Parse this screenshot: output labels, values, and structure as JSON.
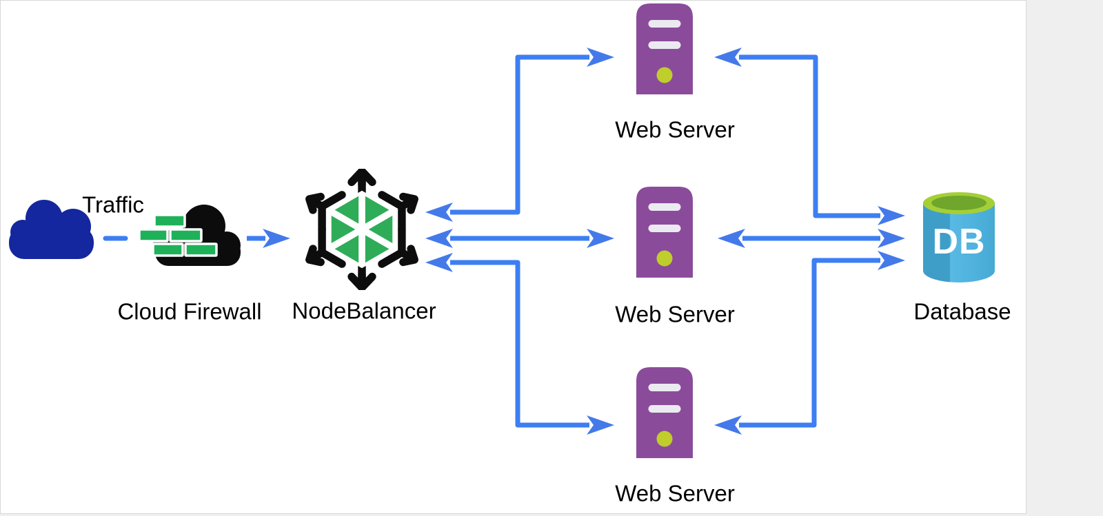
{
  "diagram": {
    "type": "architecture-diagram",
    "nodes": [
      {
        "id": "traffic",
        "label": "Traffic",
        "icon": "cloud"
      },
      {
        "id": "cloud-firewall",
        "label": "Cloud Firewall",
        "icon": "brick-wall-cloud"
      },
      {
        "id": "nodebalancer",
        "label": "NodeBalancer",
        "icon": "hexagon-arrows"
      },
      {
        "id": "web-server-1",
        "label": "Web Server",
        "icon": "server-tower"
      },
      {
        "id": "web-server-2",
        "label": "Web Server",
        "icon": "server-tower"
      },
      {
        "id": "web-server-3",
        "label": "Web Server",
        "icon": "server-tower"
      },
      {
        "id": "database",
        "label": "Database",
        "badge": "DB",
        "icon": "database-cylinder"
      }
    ],
    "edges": [
      {
        "from": "traffic",
        "to": "cloud-firewall",
        "style": "dashed",
        "direction": "none"
      },
      {
        "from": "cloud-firewall",
        "to": "nodebalancer",
        "direction": "one-way"
      },
      {
        "from": "nodebalancer",
        "to": "web-server-1",
        "direction": "two-way"
      },
      {
        "from": "nodebalancer",
        "to": "web-server-2",
        "direction": "two-way"
      },
      {
        "from": "nodebalancer",
        "to": "web-server-3",
        "direction": "two-way"
      },
      {
        "from": "web-server-1",
        "to": "database",
        "direction": "two-way"
      },
      {
        "from": "web-server-2",
        "to": "database",
        "direction": "two-way"
      },
      {
        "from": "web-server-3",
        "to": "database",
        "direction": "two-way"
      }
    ],
    "colors": {
      "arrow_shaft": "#3D7EF2",
      "arrow_head": "#4479EA",
      "traffic_cloud": "#14279E",
      "firewall_cloud": "#0C0C0C",
      "firewall_brick": "#1FB15A",
      "nodebalancer_black": "#0D0D0D",
      "nodebalancer_green": "#2FAC58",
      "server_purple": "#8B4B9B",
      "server_slot": "#ECEAF1",
      "server_led": "#BFCE2B",
      "db_body_dark": "#3F9EC8",
      "db_body_light": "#58BAE4",
      "db_rim": "#A4CF36",
      "db_rim_inner": "#6FA62B",
      "canvas": "#FFFFFF",
      "page_margin": "#EFEFF0",
      "label_text": "#000000"
    }
  }
}
